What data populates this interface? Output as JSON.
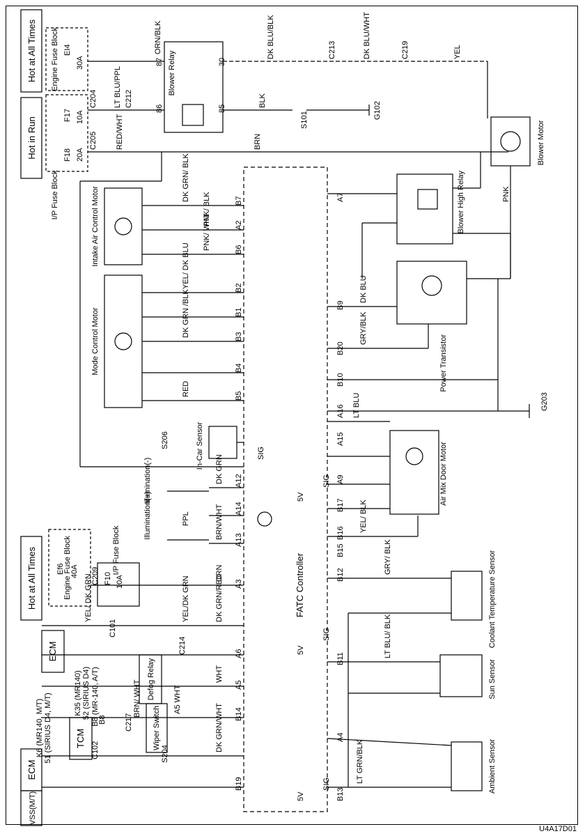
{
  "diagram_code": "U4A17D01",
  "controller": "FATC Controller",
  "headers": {
    "hot_at_all_times_top": "Hot at All Times",
    "hot_in_run": "Hot in Run",
    "hot_at_all_times_bottom": "Hot at All Times"
  },
  "blocks": {
    "engine_fuse_block": "Engine Fuse Block",
    "ip_fuse_block": "I/P Fuse Block",
    "engine_fuse_block_2": "Engine Fuse Block",
    "ip_fuse_block_2": "I/P Fuse Block"
  },
  "fuses": {
    "ef4": {
      "name": "EI4",
      "amp": "30A"
    },
    "f17": {
      "name": "F17",
      "amp": "10A"
    },
    "f18": {
      "name": "F18",
      "amp": "20A"
    },
    "ef6": {
      "name": "Ef6",
      "amp": "40A"
    },
    "f10": {
      "name": "F10",
      "amp": "10A"
    }
  },
  "components": {
    "blower_relay": "Blower Relay",
    "blower_motor": "Blower Motor",
    "blower_high_relay": "Blower High Relay",
    "intake_motor": "Intake Air Control Motor",
    "mode_motor": "Mode Control Motor",
    "power_transistor": "Power Transistor",
    "in_car_sensor": "In-Car Sensor",
    "air_mix_motor": "Air Mix Door Motor",
    "coolant_sensor": "Coolant Temperature Sensor",
    "sun_sensor": "Sun Sensor",
    "ambient_sensor": "Ambient Sensor",
    "ecm_top": "ECM",
    "ecm_bottom": "ECM",
    "vss": "VSS(M/T)",
    "tcm": "TCM",
    "defog_relay": "Defog Relay",
    "wiper_switch": "Wiper Switch",
    "illum_plus": "Illumination(+)",
    "illum_minus": "Illumination(-)"
  },
  "wires": {
    "orn_blk": "ORN/BLK",
    "dk_blu_blk": "DK BLU/BLK",
    "dk_blu_wht": "DK BLU/WHT",
    "yel": "YEL",
    "lt_blu_ppl": "LT BLU/PPL",
    "blk": "BLK",
    "red_wht": "RED/WHT",
    "brn": "BRN",
    "pnk": "PNK",
    "dk_grn_blk": "DK GRN/ BLK",
    "pnk_blk": "PNK/ BLK",
    "pnk_wht": "PNK/ WHT",
    "yel_dk_blu": "YEL/ DK BLU",
    "dk_grn_blk2": "DK GRN /BLK",
    "red": "RED",
    "dk_blu": "DK BLU",
    "gry_blk": "GRY/BLK",
    "lt_blu": "LT BLU",
    "dk_grn": "DK GRN",
    "ppl": "PPL",
    "brn_wht": "BRN/WHT",
    "orn": "ORN",
    "dk_grn_red": "DK GRN/RED",
    "yel_dk_grn": "YEL/DK GRN",
    "yel_dk_grn2": "YEL/ DK GRN",
    "wht": "WHT",
    "dk_grn_wht": "DK GRN/WHT",
    "lt_grn_blk": "LT GRN/BLK",
    "yel_blk": "YEL/ BLK",
    "lt_blu_blk": "LT BLU/ BLK",
    "gry_blk2": "GRY/ BLK",
    "a5_wht": "A5 WHT",
    "brn_wht2": "BRN/ WHT"
  },
  "connectors": {
    "c213": "C213",
    "c219": "C219",
    "c204": "C204",
    "c212": "C212",
    "c205": "C205",
    "g102": "G102",
    "s101": "S101",
    "g203": "G203",
    "s206": "S206",
    "c209": "C209",
    "c101": "C101",
    "c214": "C214",
    "c217": "C217",
    "c102": "C102",
    "s204": "S204"
  },
  "pins": {
    "a7": "A7",
    "a2": "A2",
    "b6": "B6",
    "b2": "B2",
    "b1": "B1",
    "b3": "B3",
    "b4": "B4",
    "b5": "B5",
    "b7": "B7",
    "b9": "B9",
    "b20": "B20",
    "b10": "B10",
    "a16": "A16",
    "a15": "A15",
    "a9": "A9",
    "b17": "B17",
    "b16": "B16",
    "b15": "B15",
    "a12": "A12",
    "a14": "A14",
    "a13": "A13",
    "b12": "B12",
    "a3": "A3",
    "a6": "A6",
    "b11": "B11",
    "a5": "A5",
    "b14": "B14",
    "a4": "A4",
    "b19": "B19",
    "b13": "B13",
    "b8": "B8",
    "sig": "SIG",
    "v5": "5V",
    "relay_87": "87",
    "relay_30": "30",
    "relay_86": "86",
    "relay_85": "85"
  },
  "notes": {
    "k6": "K6 (MR140, M/T)",
    "k6b": "51 (SIRIUS D4, M/T)",
    "b8": "B8 (MR-140, A/T)",
    "k35": "K35 (MR140)",
    "k35b": "52 (SIRIUS D4)"
  }
}
